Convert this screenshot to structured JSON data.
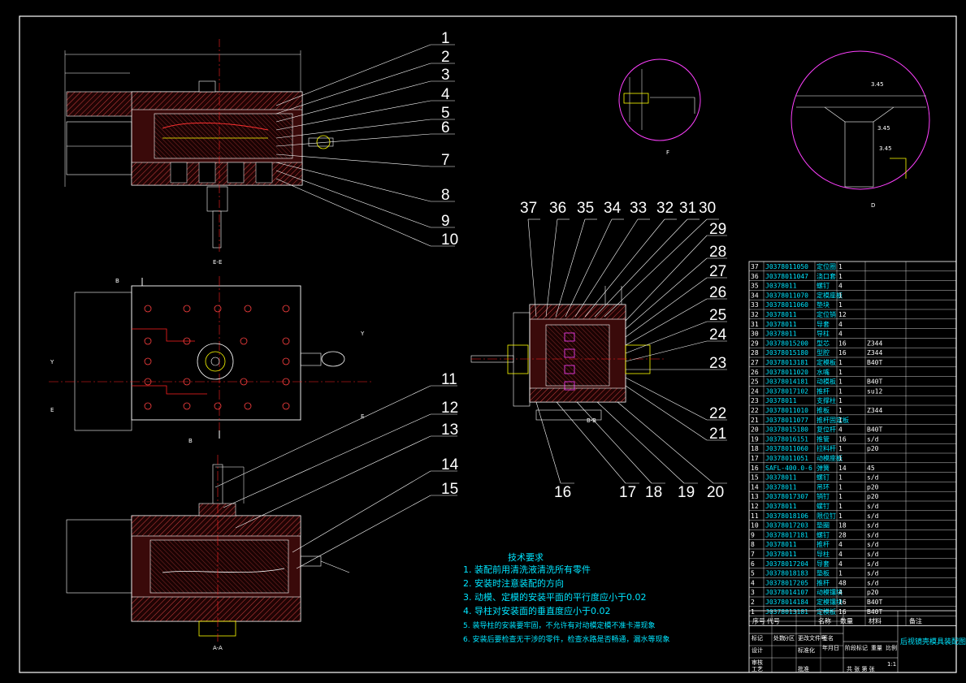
{
  "callouts_top": [
    "1",
    "2",
    "3",
    "4",
    "5",
    "6",
    "7",
    "8",
    "9",
    "10"
  ],
  "callouts_bottom_left": [
    "11",
    "12",
    "13",
    "14",
    "15"
  ],
  "callouts_right_top": [
    "37",
    "36",
    "35",
    "34",
    "33",
    "32",
    "31",
    "30"
  ],
  "callouts_right_side": [
    "29",
    "28",
    "27",
    "26",
    "25",
    "24",
    "23",
    "22",
    "21"
  ],
  "callouts_right_bottom": [
    "16",
    "17",
    "18",
    "19",
    "20"
  ],
  "section_labels": {
    "ee": "E-E",
    "aa": "A-A",
    "bb": "B-B",
    "b_top": "B",
    "b_bot": "B",
    "e_left": "E",
    "e_right": "E",
    "y_left": "Y",
    "y_right": "Y",
    "detail_f": "F",
    "detail_d": "D"
  },
  "dims": {
    "d1": "3.45",
    "d2": "3.45",
    "d3": "3.45"
  },
  "notes": {
    "title": "技术要求",
    "items": [
      "1. 装配前用清洗液清洗所有零件",
      "2. 安装时注意装配的方向",
      "3. 动模、定模的安装平面的平行度应小于0.02",
      "4. 导柱对安装面的垂直度应小于0.02",
      "5. 装导柱的安装要牢固，不允许有对动模定模不准卡滞现象",
      "6. 安装后要检查无干涉的零件，检查水路是否畅通，漏水等现象"
    ]
  },
  "bom": {
    "rows": [
      [
        "37",
        "J0378011050",
        "定位圈",
        "1",
        "",
        ""
      ],
      [
        "36",
        "J0378011047",
        "浇口套",
        "1",
        "",
        ""
      ],
      [
        "35",
        "J0378011",
        "螺钉",
        "4",
        "",
        ""
      ],
      [
        "34",
        "J0378011070",
        "定模座板",
        "1",
        "",
        ""
      ],
      [
        "33",
        "J0378011060",
        "垫块",
        "1",
        "",
        ""
      ],
      [
        "32",
        "J0378011",
        "定位销",
        "12",
        "",
        ""
      ],
      [
        "31",
        "J0378011",
        "导套",
        "4",
        "",
        ""
      ],
      [
        "30",
        "J0378011",
        "导柱",
        "4",
        "",
        ""
      ],
      [
        "29",
        "J0378015200",
        "型芯",
        "16",
        "Z344",
        ""
      ],
      [
        "28",
        "J0378015180",
        "型腔",
        "16",
        "Z344",
        ""
      ],
      [
        "27",
        "J0378013181",
        "定模板",
        "1",
        "B40T",
        ""
      ],
      [
        "26",
        "J0378011020",
        "水嘴",
        "1",
        "",
        ""
      ],
      [
        "25",
        "J0378014181",
        "动模板",
        "1",
        "B40T",
        ""
      ],
      [
        "24",
        "J0378017102",
        "推杆",
        "1",
        "su12",
        ""
      ],
      [
        "23",
        "J0378011",
        "支撑柱",
        "1",
        "",
        ""
      ],
      [
        "22",
        "J0378011010",
        "推板",
        "1",
        "Z344",
        ""
      ],
      [
        "21",
        "J0378011077",
        "推杆固定板",
        "1",
        "",
        ""
      ],
      [
        "20",
        "J0378015180",
        "复位杆",
        "4",
        "B40T",
        ""
      ],
      [
        "19",
        "J0378016151",
        "推管",
        "16",
        "s/d",
        ""
      ],
      [
        "18",
        "J0378011060",
        "拉料杆",
        "1",
        "p20",
        ""
      ],
      [
        "17",
        "J0378011051",
        "动模座板",
        "1",
        "",
        ""
      ],
      [
        "16",
        "SAFL-400.0-6",
        "弹簧",
        "14",
        "45",
        ""
      ],
      [
        "15",
        "J0378011",
        "螺钉",
        "1",
        "s/d",
        ""
      ],
      [
        "14",
        "J0378011",
        "吊环",
        "1",
        "p20",
        ""
      ],
      [
        "13",
        "J0378017307",
        "销钉",
        "1",
        "p20",
        ""
      ],
      [
        "12",
        "J0378011",
        "螺钉",
        "1",
        "s/d",
        ""
      ],
      [
        "11",
        "J0378018106",
        "限位钉",
        "1",
        "s/d",
        ""
      ],
      [
        "10",
        "J0378017203",
        "垫圈",
        "18",
        "s/d",
        ""
      ],
      [
        "9",
        "J0378017181",
        "螺钉",
        "28",
        "s/d",
        ""
      ],
      [
        "8",
        "J0378011",
        "推杆",
        "4",
        "s/d",
        ""
      ],
      [
        "7",
        "J0378011",
        "导柱",
        "4",
        "s/d",
        ""
      ],
      [
        "6",
        "J0378017204",
        "导套",
        "4",
        "s/d",
        ""
      ],
      [
        "5",
        "J0378018183",
        "垫板",
        "1",
        "s/d",
        ""
      ],
      [
        "4",
        "J0378017205",
        "推杆",
        "48",
        "s/d",
        ""
      ],
      [
        "3",
        "J0378014107",
        "动模镶块",
        "4",
        "p20",
        ""
      ],
      [
        "2",
        "J0378014184",
        "定模镶块",
        "16",
        "B40T",
        ""
      ],
      [
        "1",
        "J0378013181",
        "定模板",
        "16",
        "B40T",
        ""
      ]
    ],
    "header": [
      "序号",
      "代号",
      "名称",
      "数量",
      "材料",
      "备注"
    ]
  },
  "title_block": {
    "drawing_name": "后视镜壳模具装配图",
    "scale": "1:1",
    "sheet": "共 张 第 张",
    "labels": [
      "标记",
      "处数",
      "分区",
      "更改文件号",
      "签名",
      "年月日",
      "设计",
      "标准化",
      "审核",
      "工艺",
      "批准",
      "阶段标记",
      "重量",
      "比例"
    ]
  }
}
